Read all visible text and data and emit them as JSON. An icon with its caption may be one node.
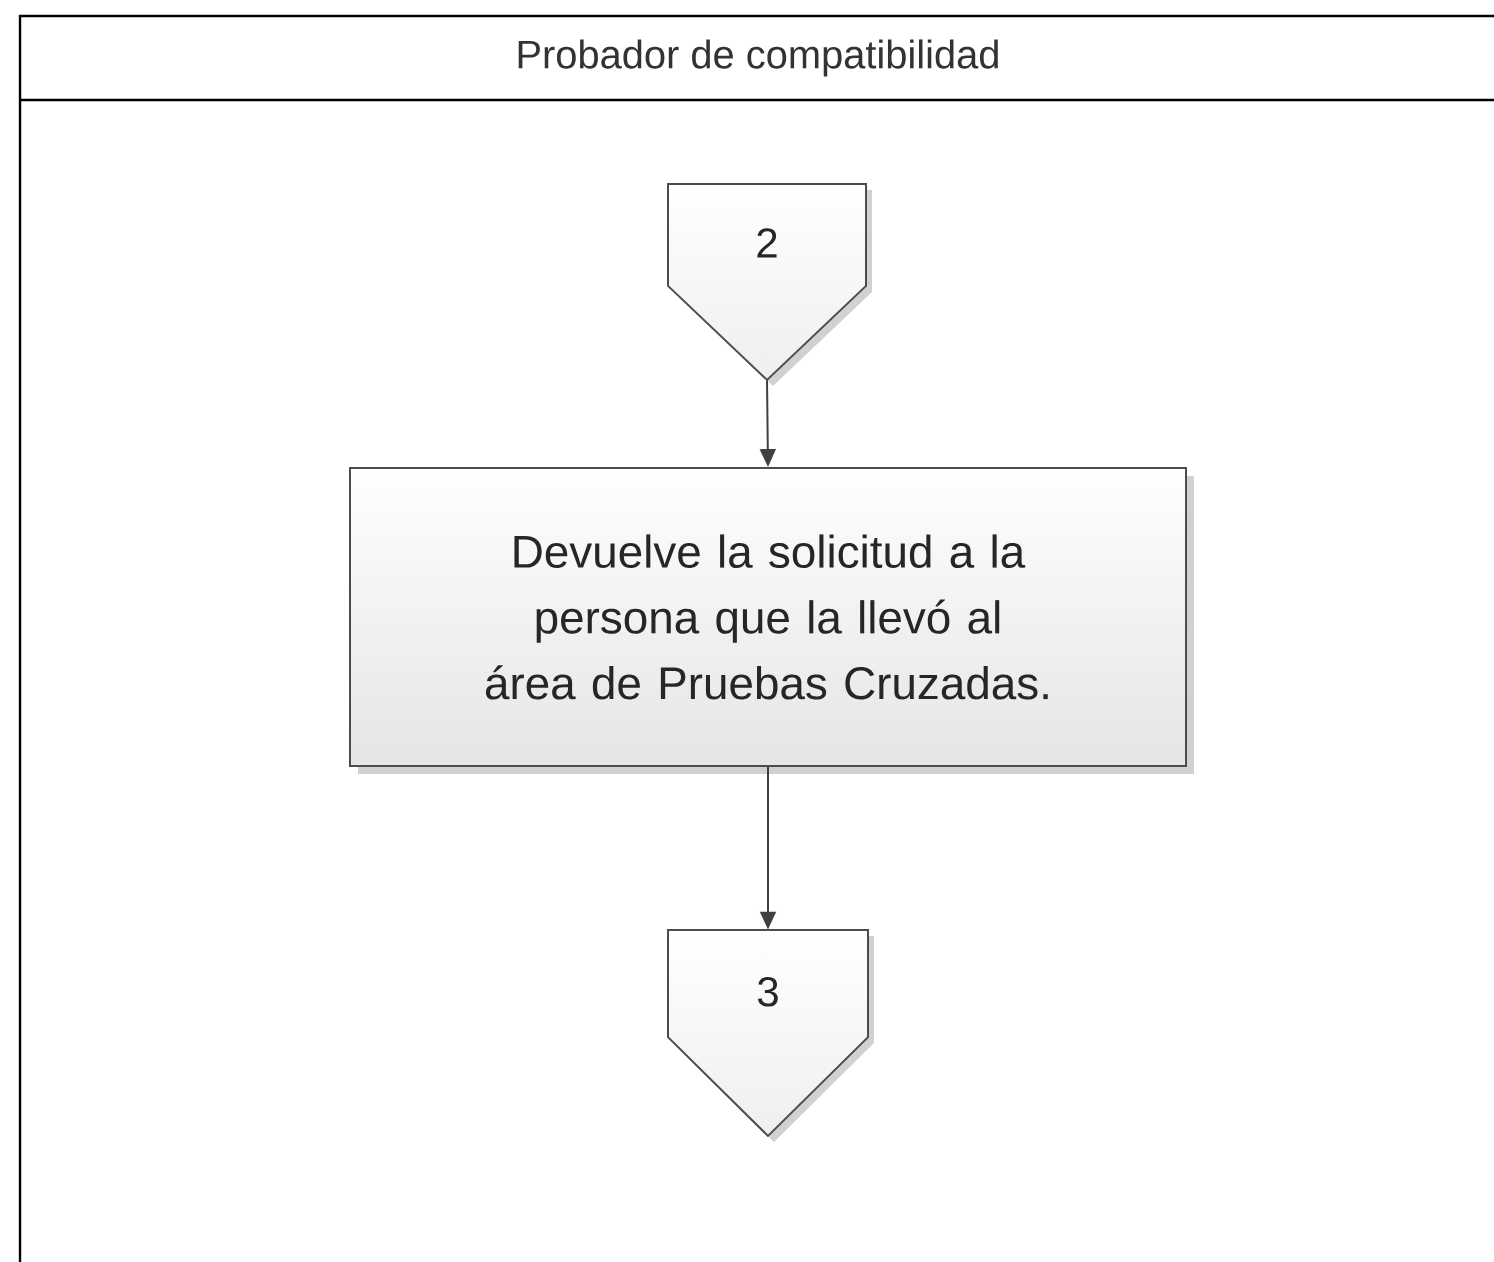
{
  "diagram": {
    "nodes": [
      {
        "text": [
          "Probador de compatibilidad"
        ]
      },
      {
        "text": [
          "2"
        ],
        "in": 0
      },
      {
        "text": [
          "Devuelve la solicitud a la persona que la llevó al área de Pruebas Cruzadas."
        ],
        "in": 0
      },
      {
        "text": [
          "3"
        ],
        "in": 0
      }
    ],
    "edges": [
      {
        "from": 1,
        "to": 2,
        "arrow": "to"
      },
      {
        "from": 2,
        "to": 3,
        "arrow": "to"
      }
    ]
  }
}
